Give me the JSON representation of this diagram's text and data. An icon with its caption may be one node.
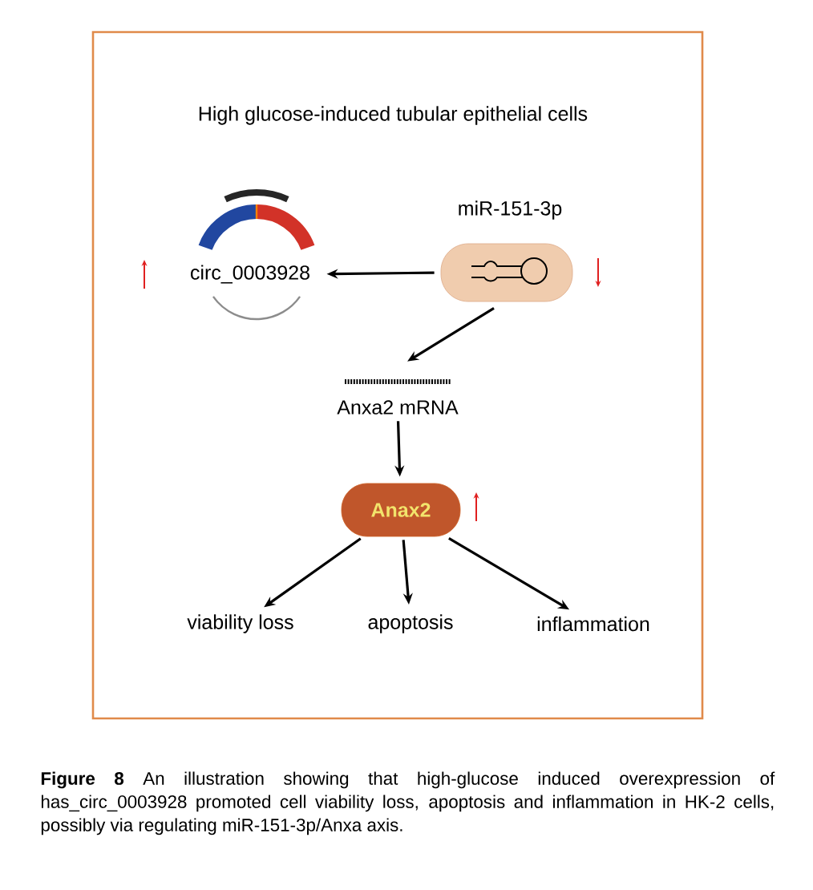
{
  "diagram": {
    "caption": "**Figure 8** An illustration showing that high-glucose induced overexpression of has_circ_0003928 promoted cell viability loss, apoptosis and inflammation in HK-2 cells, possibly via regulating miR-151-3p/Anxa axis.",
    "nodes": [
      {
        "text": [
          "High glucose-induced tubular epithelial cells"
        ]
      },
      {
        "text": [
          "circ_0003928"
        ],
        "in": 0
      },
      {
        "text": [
          "miR-151-3p"
        ],
        "in": 0
      },
      {
        "text": [
          "Anxa2 mRNA"
        ],
        "in": 0
      },
      {
        "text": [
          "Anax2"
        ],
        "in": 0
      },
      {
        "text": [
          "viability loss"
        ],
        "in": 0
      },
      {
        "text": [
          "apoptosis"
        ],
        "in": 0
      },
      {
        "text": [
          "inflammation"
        ],
        "in": 0
      }
    ],
    "edges": [
      {
        "from": 2,
        "to": 1,
        "arrow": "to"
      },
      {
        "from": 2,
        "to": 3,
        "arrow": "to"
      },
      {
        "from": 3,
        "to": 4,
        "arrow": "to"
      },
      {
        "from": 4,
        "to": 5,
        "arrow": "to"
      },
      {
        "from": 4,
        "to": 6,
        "arrow": "to"
      },
      {
        "from": 4,
        "to": 7,
        "arrow": "to"
      }
    ]
  }
}
